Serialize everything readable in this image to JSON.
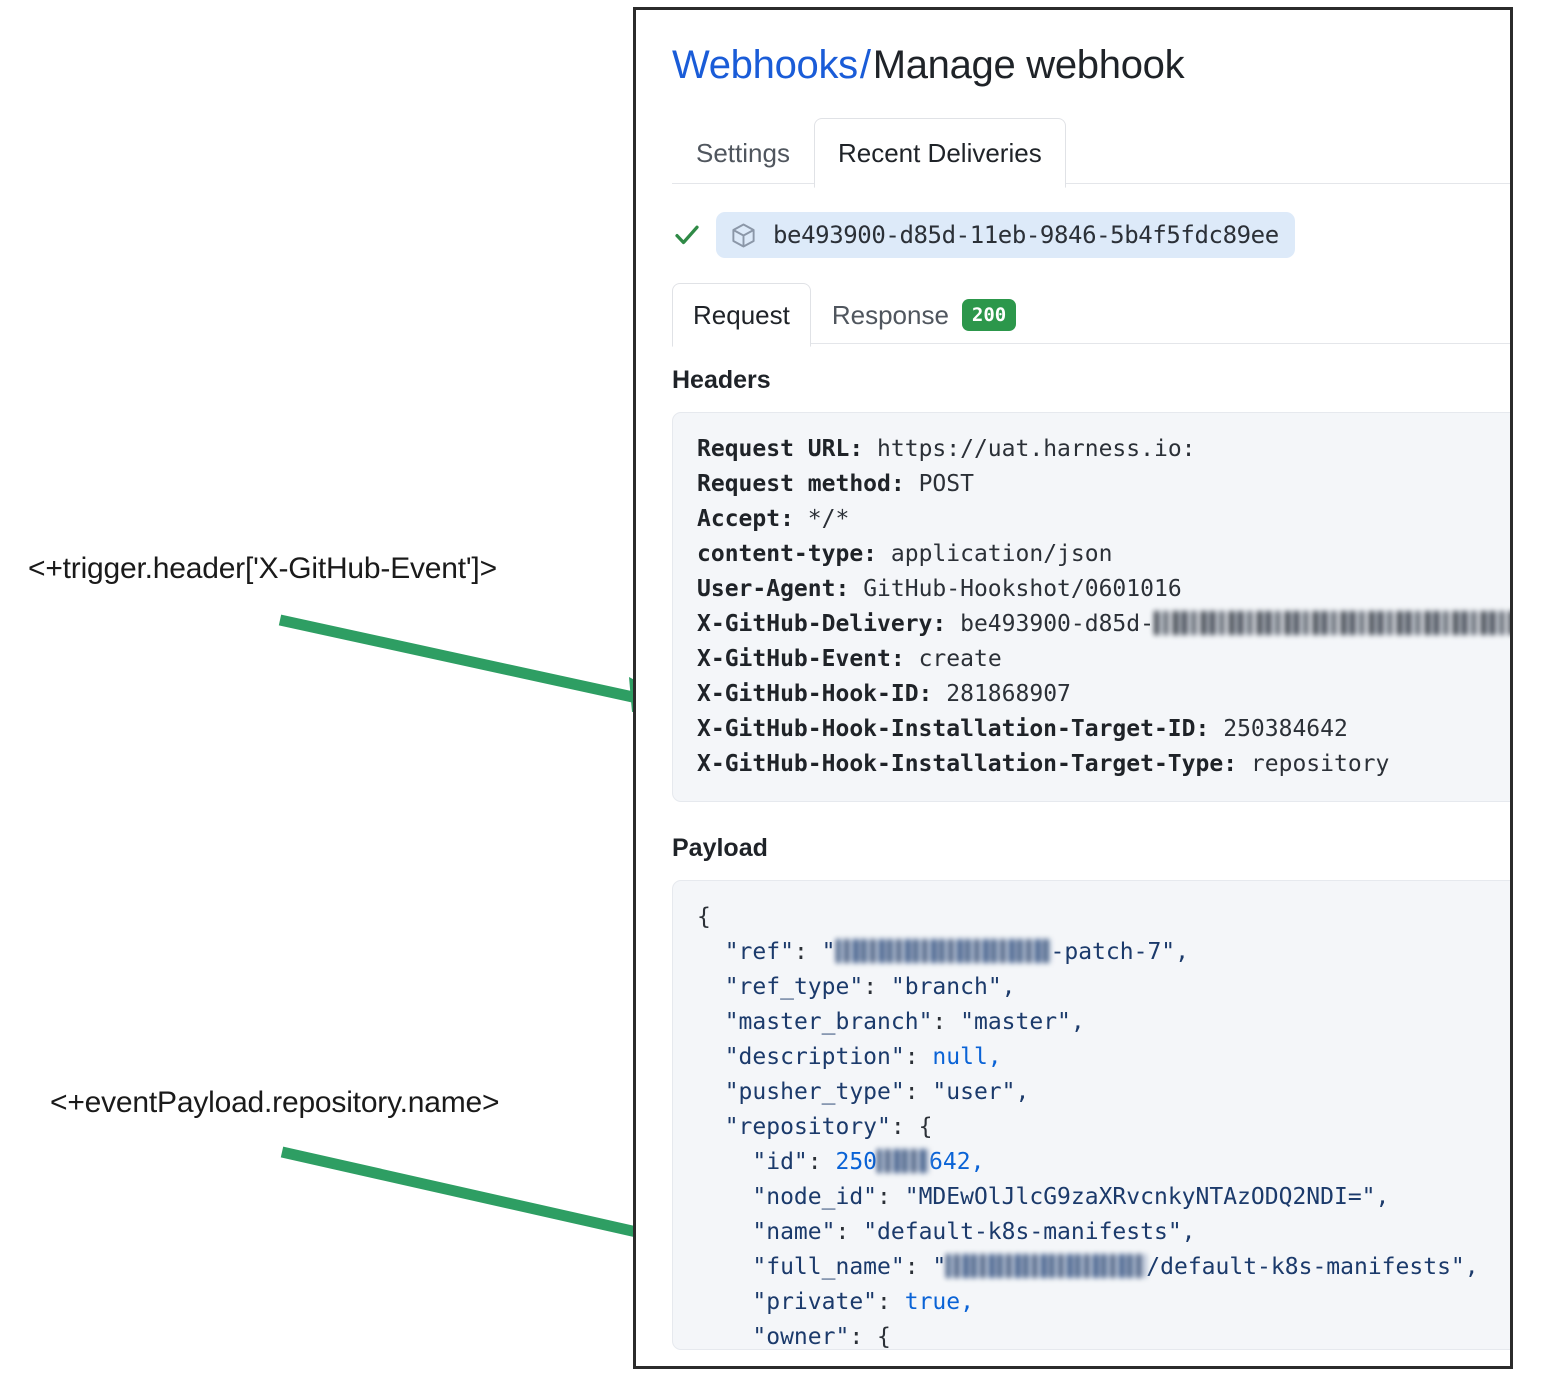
{
  "annotations": [
    {
      "id": "trigger-header",
      "text": "<+trigger.header['X-GitHub-Event']>"
    },
    {
      "id": "event-payload-repo-name",
      "text": "<+eventPayload.repository.name>"
    }
  ],
  "arrow_color": "#2e9e63",
  "card": {
    "breadcrumb": {
      "parent": "Webhooks",
      "separator": "/",
      "current": "Manage webhook"
    },
    "tabs": [
      {
        "label": "Settings",
        "active": false
      },
      {
        "label": "Recent Deliveries",
        "active": true
      }
    ],
    "delivery": {
      "status_icon": "check-icon",
      "package_icon": "cube-icon",
      "guid": "be493900-d85d-11eb-9846-5b4f5fdc89ee"
    },
    "subtabs": [
      {
        "label": "Request",
        "active": true,
        "badge": null
      },
      {
        "label": "Response",
        "active": false,
        "badge": "200"
      }
    ],
    "badge_color": "#2c974b",
    "headers_section": {
      "title": "Headers",
      "rows": [
        {
          "key": "Request URL:",
          "value": "https://uat.harness.io:"
        },
        {
          "key": "Request method:",
          "value": "POST"
        },
        {
          "key": "Accept:",
          "value": "*/*"
        },
        {
          "key": "content-type:",
          "value": "application/json"
        },
        {
          "key": "User-Agent:",
          "value": "GitHub-Hookshot/0601016"
        },
        {
          "key": "X-GitHub-Delivery:",
          "value": "be493900-d85d-",
          "redacted_suffix": true
        },
        {
          "key": "X-GitHub-Event:",
          "value": "create"
        },
        {
          "key": "X-GitHub-Hook-ID:",
          "value": "281868907"
        },
        {
          "key": "X-GitHub-Hook-Installation-Target-ID:",
          "value": "250384642"
        },
        {
          "key": "X-GitHub-Hook-Installation-Target-Type:",
          "value": "repository"
        }
      ]
    },
    "payload_section": {
      "title": "Payload",
      "lines": [
        {
          "indent": 0,
          "text": "{"
        },
        {
          "indent": 1,
          "key": "\"ref\"",
          "value_prefix": "\"",
          "redacted": true,
          "value_suffix": "-patch-7\",",
          "type": "string"
        },
        {
          "indent": 1,
          "key": "\"ref_type\"",
          "value": "\"branch\",",
          "type": "string"
        },
        {
          "indent": 1,
          "key": "\"master_branch\"",
          "value": "\"master\",",
          "type": "string"
        },
        {
          "indent": 1,
          "key": "\"description\"",
          "value": "null,",
          "type": "literal"
        },
        {
          "indent": 1,
          "key": "\"pusher_type\"",
          "value": "\"user\",",
          "type": "string"
        },
        {
          "indent": 1,
          "key": "\"repository\"",
          "value": "{",
          "type": "punct"
        },
        {
          "indent": 2,
          "key": "\"id\"",
          "value_prefix": "250",
          "redacted": true,
          "value_suffix": "642,",
          "type": "number"
        },
        {
          "indent": 2,
          "key": "\"node_id\"",
          "value": "\"MDEwOlJlcG9zaXRvcnkyNTAzODQ2NDI=\",",
          "type": "string"
        },
        {
          "indent": 2,
          "key": "\"name\"",
          "value": "\"default-k8s-manifests\",",
          "type": "string"
        },
        {
          "indent": 2,
          "key": "\"full_name\"",
          "value_prefix": "\"",
          "redacted": true,
          "value_suffix": "/default-k8s-manifests\",",
          "type": "string"
        },
        {
          "indent": 2,
          "key": "\"private\"",
          "value": "true,",
          "type": "literal"
        },
        {
          "indent": 2,
          "key": "\"owner\"",
          "value": "{",
          "type": "punct"
        }
      ]
    }
  }
}
